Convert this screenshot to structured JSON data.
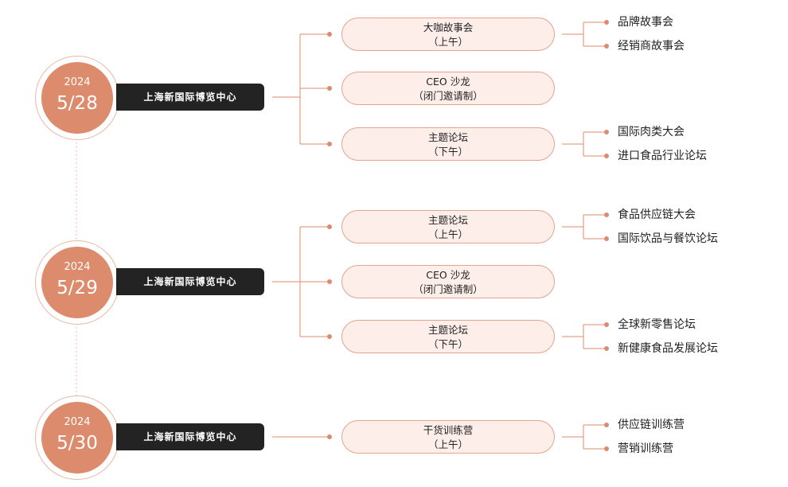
{
  "colors": {
    "accent": "#dc8b6d",
    "connector": "#dc8b6d",
    "venue_bg": "#232323",
    "session_fill": "#fdeeea",
    "session_border": "#e2a48d",
    "ring": "#e9b9a3"
  },
  "days": [
    {
      "year": "2024",
      "date": "5/28",
      "venue": "上海新国际博览中心",
      "sessions": [
        {
          "title": "大咖故事会",
          "sub": "（上午）",
          "children": [
            "品牌故事会",
            "经销商故事会"
          ]
        },
        {
          "title": "CEO 沙龙",
          "sub": "（闭门邀请制）",
          "children": []
        },
        {
          "title": "主题论坛",
          "sub": "（下午）",
          "children": [
            "国际肉类大会",
            "进口食品行业论坛"
          ]
        }
      ]
    },
    {
      "year": "2024",
      "date": "5/29",
      "venue": "上海新国际博览中心",
      "sessions": [
        {
          "title": "主题论坛",
          "sub": "（上午）",
          "children": [
            "食品供应链大会",
            "国际饮品与餐饮论坛"
          ]
        },
        {
          "title": "CEO 沙龙",
          "sub": "（闭门邀请制）",
          "children": []
        },
        {
          "title": "主题论坛",
          "sub": "（下午）",
          "children": [
            "全球新零售论坛",
            "新健康食品发展论坛"
          ]
        }
      ]
    },
    {
      "year": "2024",
      "date": "5/30",
      "venue": "上海新国际博览中心",
      "sessions": [
        {
          "title": "干货训练营",
          "sub": "（上午）",
          "children": [
            "供应链训练营",
            "营销训练营"
          ]
        }
      ]
    }
  ]
}
